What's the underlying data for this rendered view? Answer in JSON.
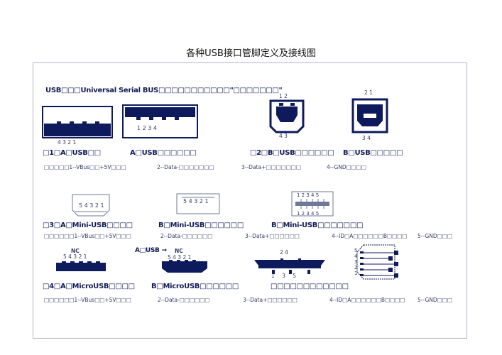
{
  "title": "各种USB接口管脚定义及接线图",
  "intro": "USB□□□Universal Serial BUS□□□□□□□□□□□\"□□□□□□□\"",
  "colors": {
    "ink": "#0d1a5c",
    "frame": "#b5b5c5",
    "title": "#111111"
  },
  "row1": {
    "a_pins": "4 3 2 1",
    "af_pins": "1 2 3 4",
    "b_top": "1 2",
    "b_bottom": "4 3",
    "bf_top": "2 1",
    "bf_bottom": "3 4",
    "heading_a": "□1□A□USB□□",
    "heading_af": "A□USB□□□□□□",
    "heading_b": "□2□B□USB□□□□□□",
    "heading_bf": "B□USB□□□□□",
    "pins": [
      "□□□□□1--VBus□□+5V□□□",
      "2--Data-□□□□□□□",
      "3--Data+□□□□□□□",
      "4--GND□□□□"
    ]
  },
  "row2": {
    "mini_a_pins": "5 4 3 2 1",
    "mini_b_pins": "5 4 3 2 1",
    "mini_bf_top": "1 2 3 4 5",
    "mini_bf_bottom": "1 2 3 4 5",
    "heading_mini_a": "□3□A□Mini-USB□□□□",
    "heading_mini_b": "B□Mini-USB□□□□□□",
    "heading_mini_bf": "B□Mini-USB□□□□□□□",
    "pins": [
      "□□□□□□1--VBus□□+5V□□□",
      "2--Data-□□□□□□",
      "3--Data+□□□□□□",
      "4--ID□A□□□□□□B□□□□",
      "5--GND□□□"
    ]
  },
  "row3": {
    "nc_label": "NC",
    "micro_a_pins": "5 4 3 2 1",
    "arrow_label": "A□USB →",
    "micro_b_nc": "NC",
    "micro_b_pins": "5 4 3 2 1",
    "pcb_top": "2 4",
    "pcb_bottom": "1 3 5",
    "side_pins": [
      "5",
      "4",
      "3",
      "2",
      "1"
    ],
    "heading_micro_a": "□4□A□MicroUSB□□□□",
    "heading_micro_b": "B□MicroUSB□□□□□□",
    "heading_pcb": "□□□□□□□□□□□□",
    "pins": [
      "□□□□□□1--VBus□□+5V□□□",
      "2--Data-□□□□□□",
      "3--Data+□□□□□□",
      "4--ID□A□□□□□□B□□□□",
      "5--GND□□□"
    ]
  }
}
